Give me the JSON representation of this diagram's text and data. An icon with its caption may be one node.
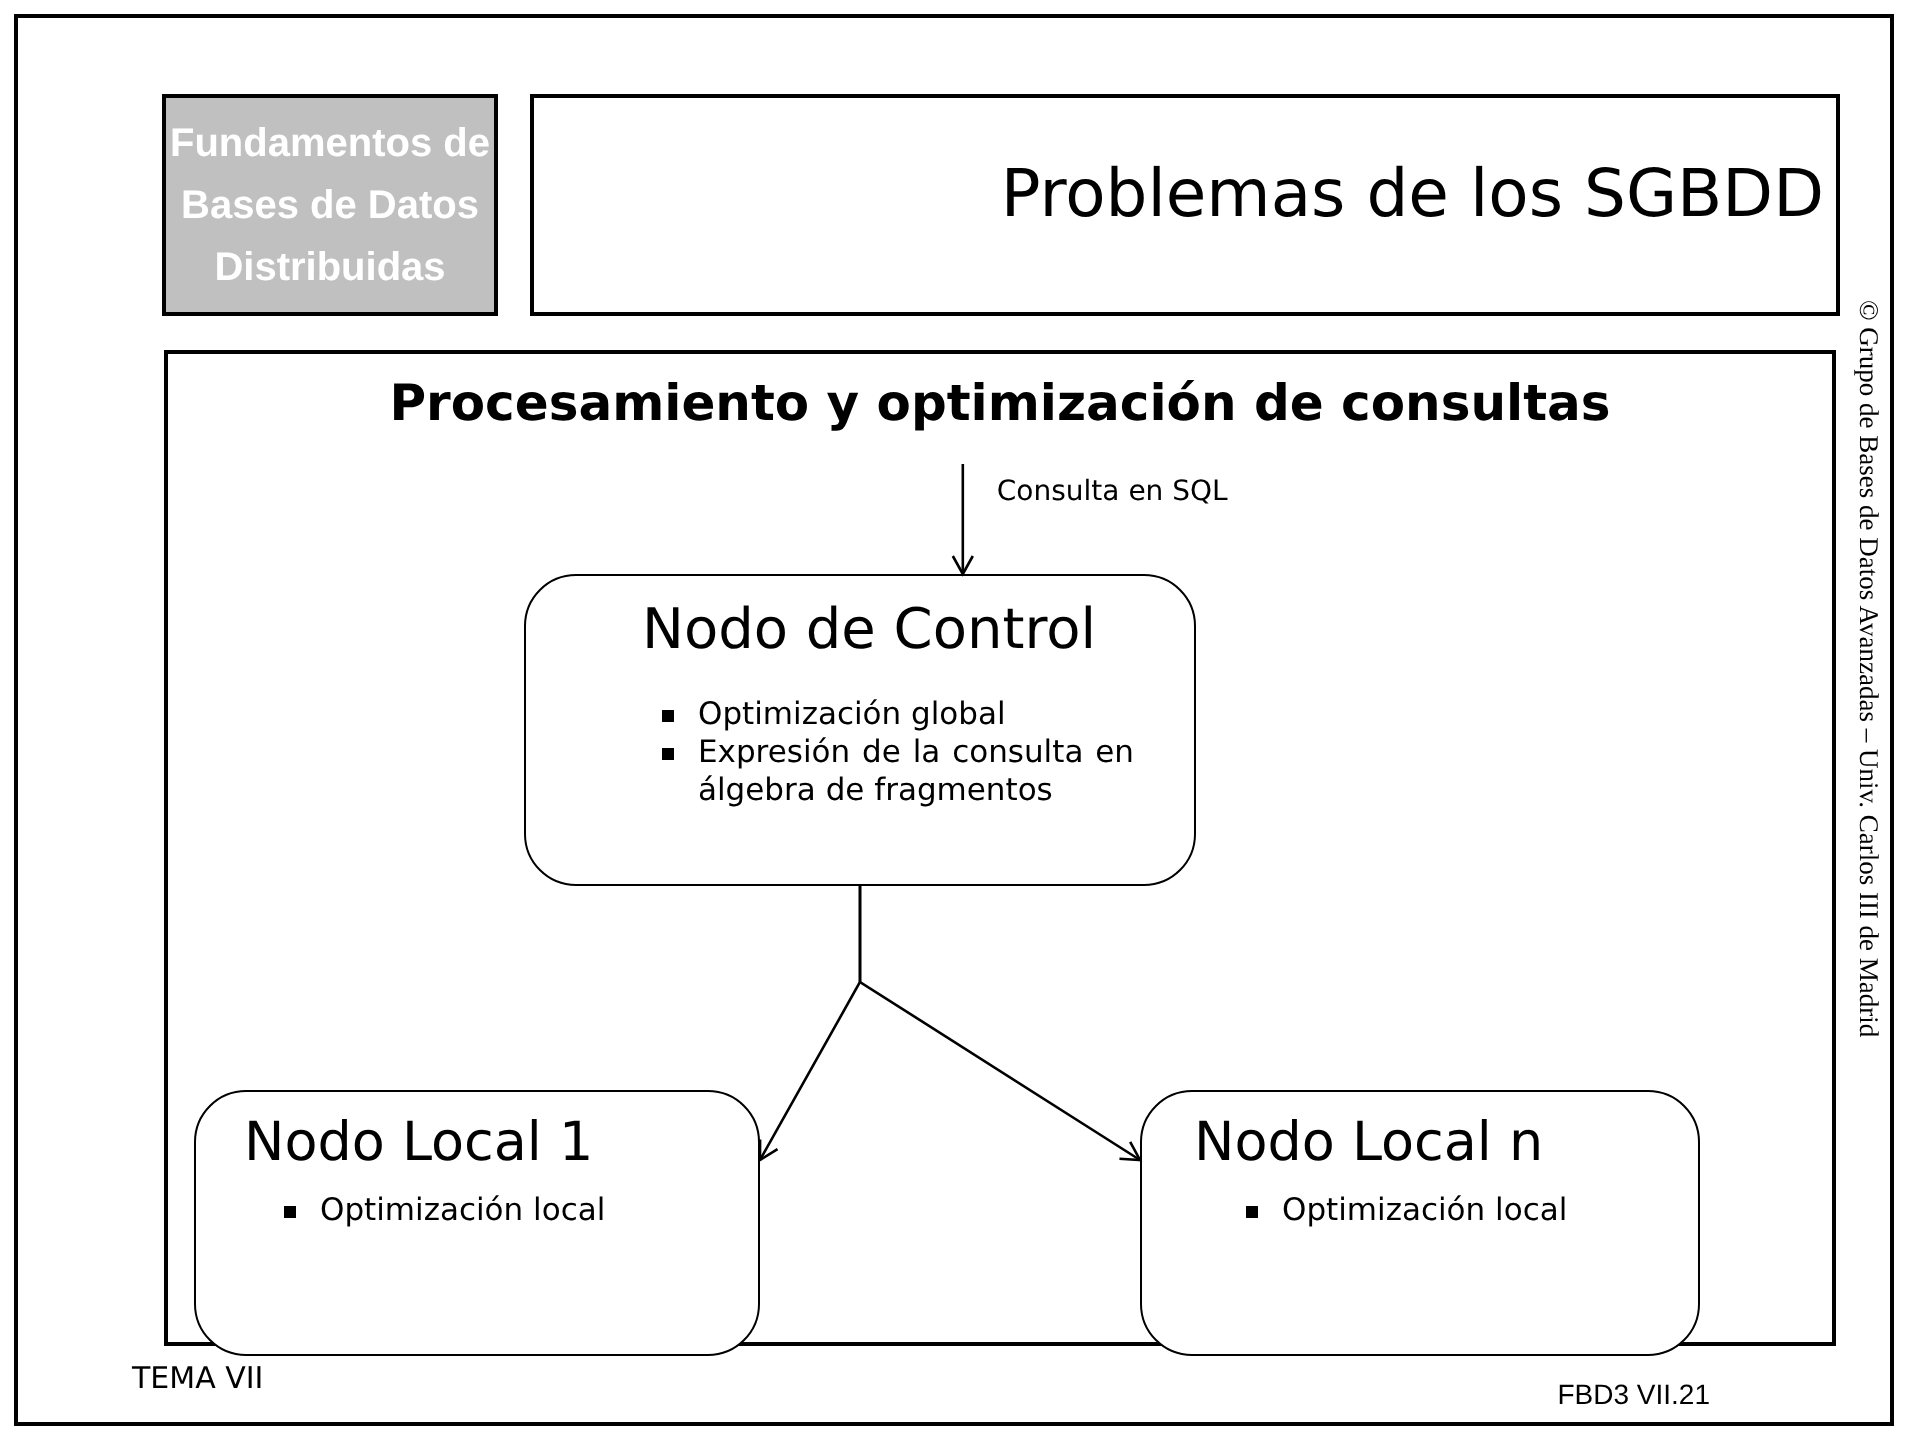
{
  "diagram": {
    "nodes": [
      {
        "text": [
          "Fundamentos de Bases de Datos Distribuidas"
        ]
      },
      {
        "text": [
          "Problemas de los SGBDD"
        ]
      },
      {
        "text": [
          "Procesamiento y optimización de consultas"
        ]
      },
      {
        "text": [
          "Nodo de Control",
          "Optimización global",
          "Expresión de la consulta en álgebra de fragmentos"
        ],
        "in": 2
      },
      {
        "text": [
          "Nodo Local 1",
          "Optimización local"
        ],
        "in": 2
      },
      {
        "text": [
          "Nodo Local n",
          "Optimización local"
        ],
        "in": 2
      }
    ],
    "edges": [
      {
        "from": null,
        "to": 3,
        "arrow": "to",
        "label": "Consulta en SQL"
      },
      {
        "from": 3,
        "to": 4,
        "arrow": "to"
      },
      {
        "from": 3,
        "to": 5,
        "arrow": "to"
      }
    ],
    "labels": [
      "© Grupo de Bases de Datos Avanzadas – Univ. Carlos III de Madrid",
      "TEMA VII",
      "FBD3 VII.21"
    ]
  }
}
